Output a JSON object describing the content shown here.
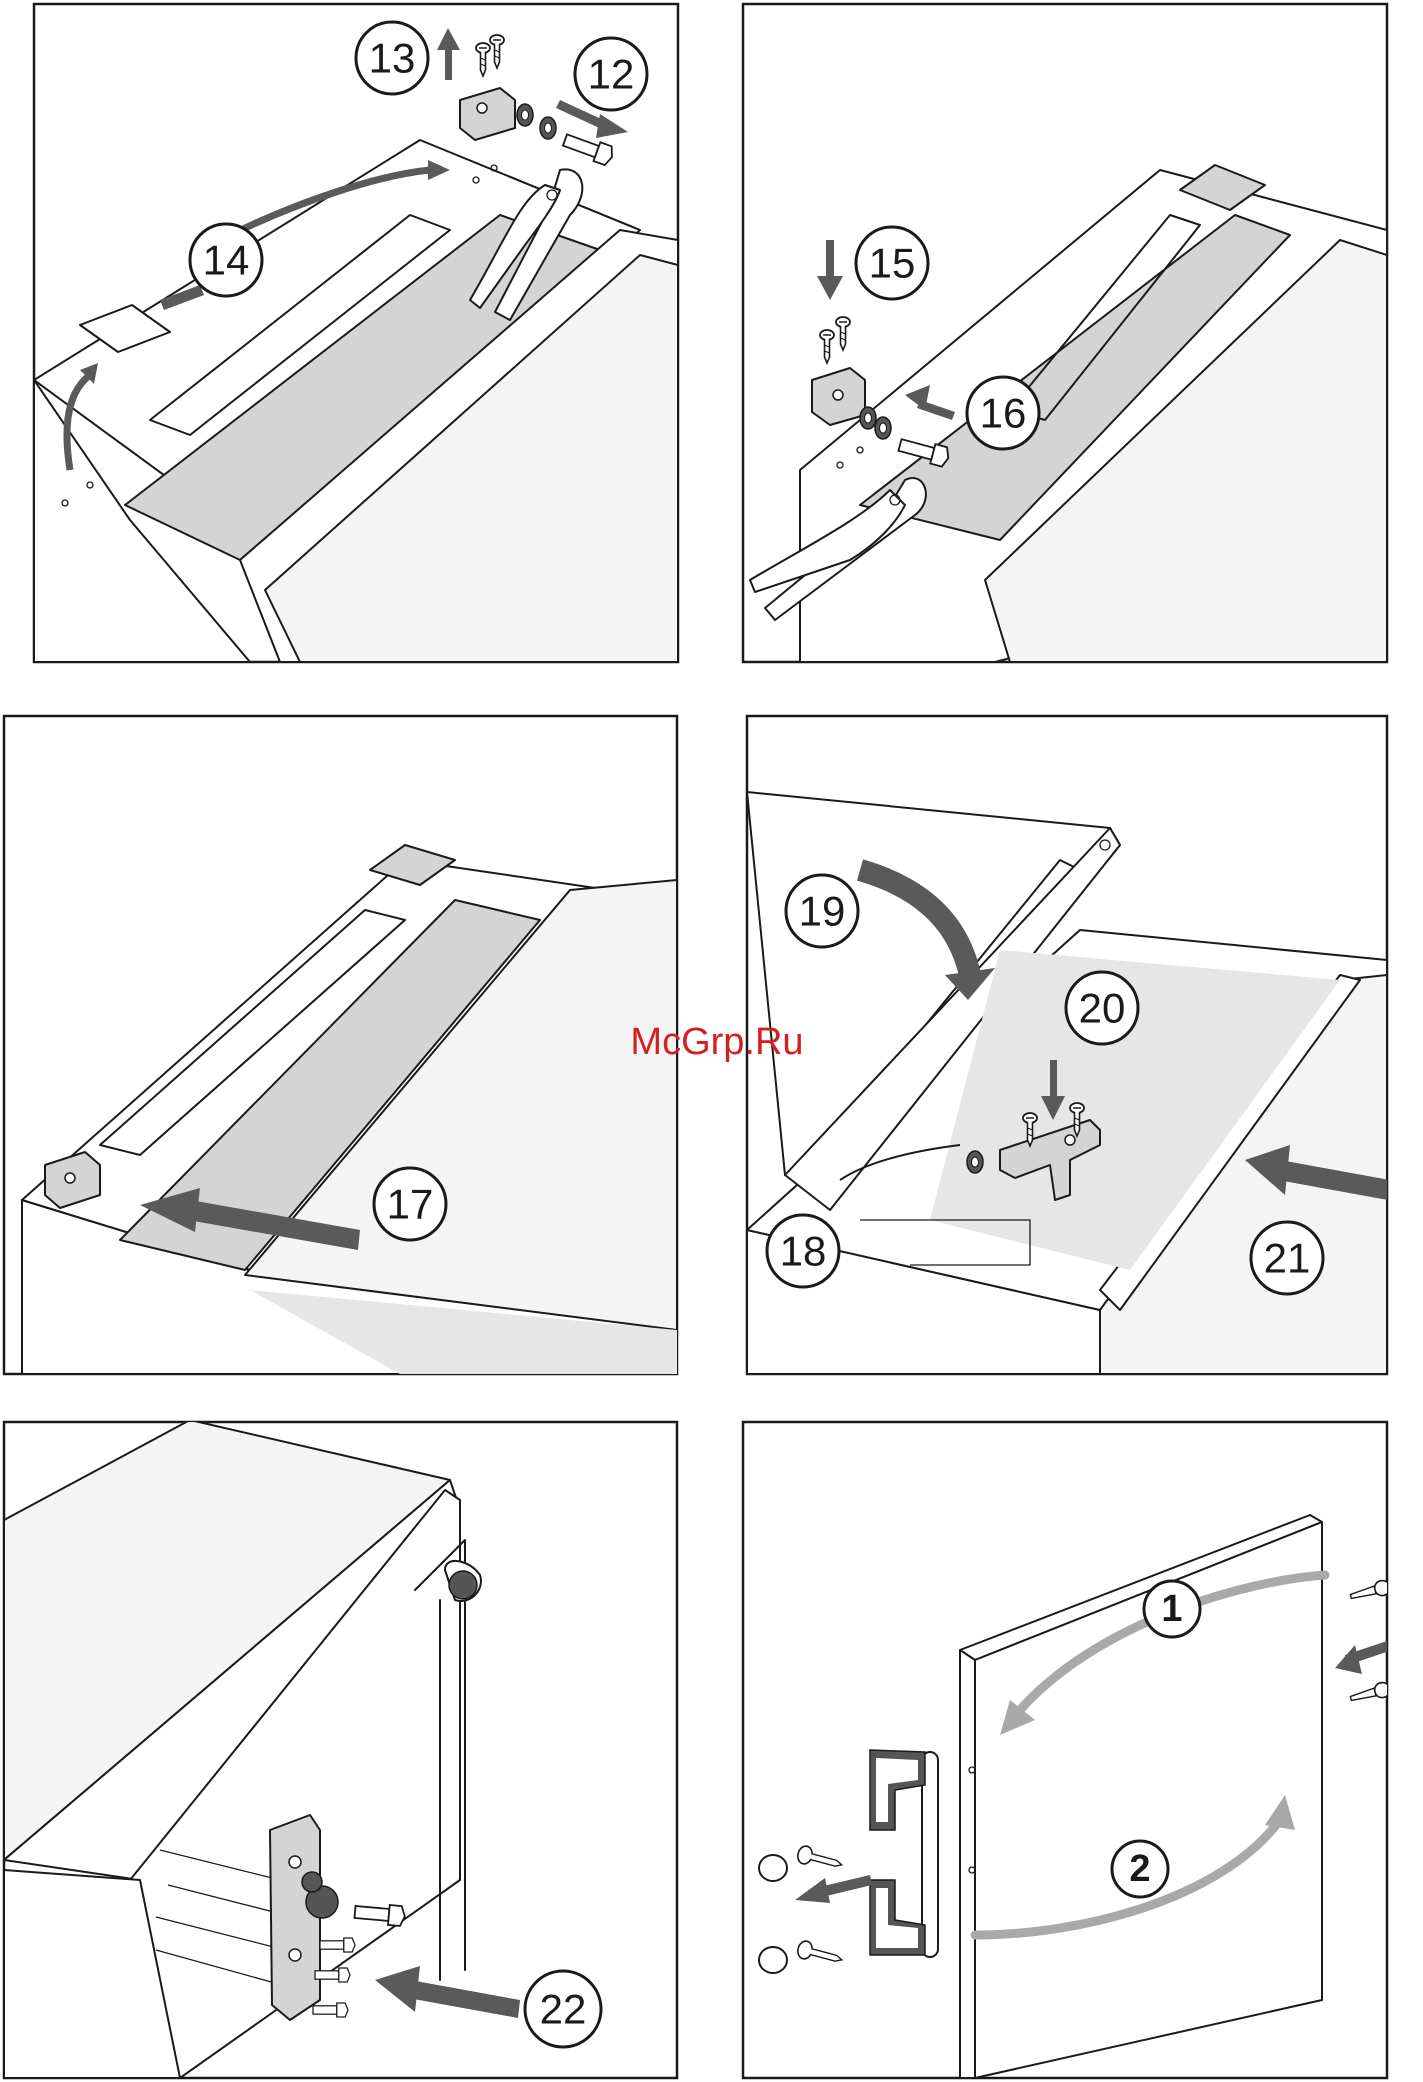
{
  "watermark": "McGrp.Ru",
  "panels": [
    {
      "steps": [
        "12",
        "13",
        "14"
      ]
    },
    {
      "steps": [
        "15",
        "16"
      ]
    },
    {
      "steps": [
        "17"
      ]
    },
    {
      "steps": [
        "18",
        "19",
        "20",
        "21"
      ]
    },
    {
      "steps": [
        "22"
      ]
    },
    {
      "steps": [
        "1",
        "2"
      ]
    }
  ],
  "icons": [
    "screw-icon",
    "hinge-icon",
    "pliers-icon",
    "washer-icon",
    "pin-icon",
    "cover-cap-icon",
    "handle-icon",
    "arrow-icon"
  ],
  "colors": {
    "line": "#1a1a1a",
    "arrow_dark": "#5a5a5a",
    "arrow_light": "#a9a9a9",
    "watermark": "#d32020"
  }
}
